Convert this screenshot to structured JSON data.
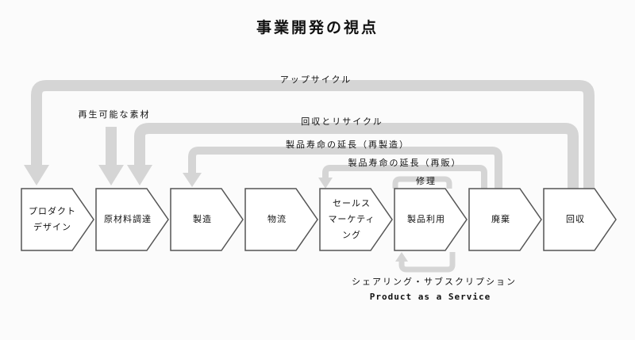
{
  "title": "事業開発の視点",
  "stages": [
    {
      "label": "プロダクト\nデザイン"
    },
    {
      "label": "原材料調達"
    },
    {
      "label": "製造"
    },
    {
      "label": "物流"
    },
    {
      "label": "セールス\nマーケティ\nング"
    },
    {
      "label": "製品利用"
    },
    {
      "label": "廃棄"
    },
    {
      "label": "回収"
    }
  ],
  "loops": {
    "upcycle": "アップサイクル",
    "renewable": "再生可能な素材",
    "recycle": "回収とリサイクル",
    "life_extension_remanufacture": "製品寿命の延長（再製造）",
    "life_extension_resale": "製品寿命の延長（再販）",
    "repair": "修理",
    "sharing": "シェアリング・サブスクリプション",
    "paas": "Product as a Service"
  },
  "colors": {
    "stage_stroke": "#555555",
    "stage_fill": "#ffffff",
    "arrow": "#d5d5d5",
    "text": "#111111"
  }
}
